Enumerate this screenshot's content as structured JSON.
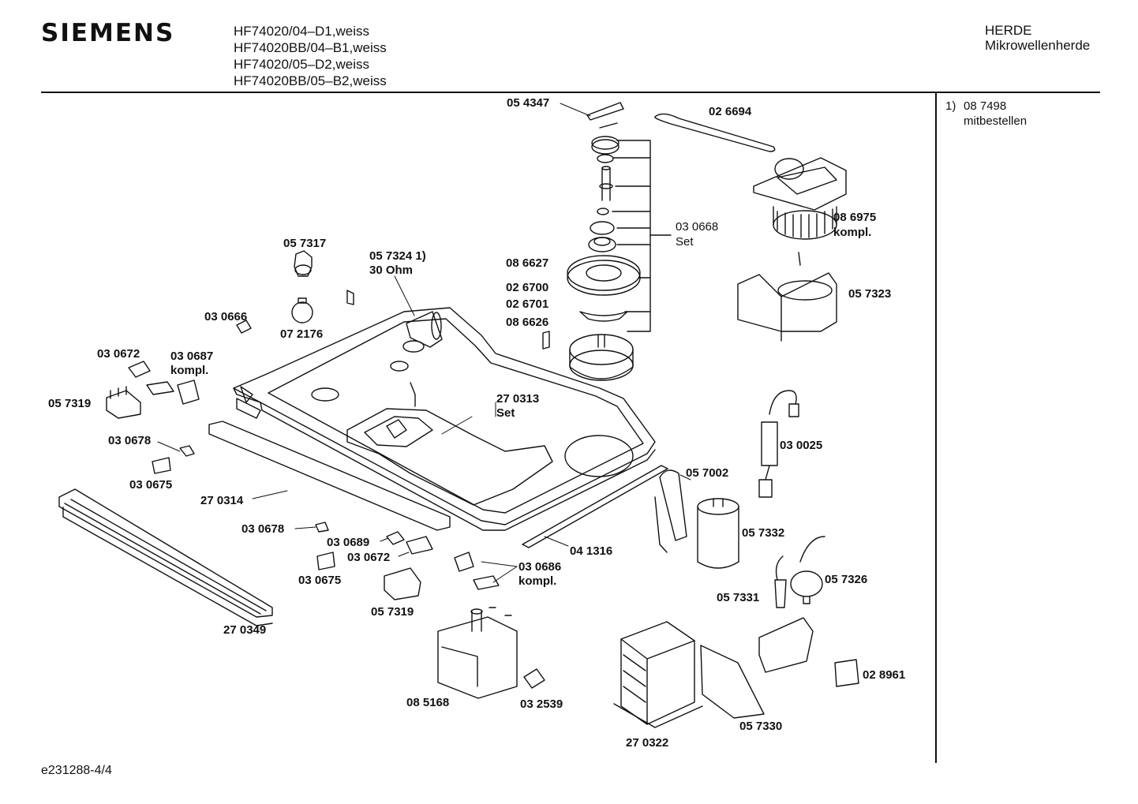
{
  "header": {
    "brand": "SIEMENS",
    "models": [
      "HF74020/04–D1,weiss",
      "HF74020BB/04–B1,weiss",
      "HF74020/05–D2,weiss",
      "HF74020BB/05–B2,weiss"
    ],
    "category": "HERDE",
    "subcategory": "Mikrowellenherde"
  },
  "note": {
    "index": "1)",
    "part": "08 7498",
    "text": "mitbestellen"
  },
  "labels": {
    "p054347": "05 4347",
    "p026694": "02 6694",
    "p030668": "03 0668",
    "set1": "Set",
    "p086975": "08 6975",
    "kompl1": "kompl.",
    "p057317": "05 7317",
    "p057324": "05 7324  1)",
    "ohm": "30 Ohm",
    "p086627": "08 6627",
    "p026700": "02 6700",
    "p026701": "02 6701",
    "p086626": "08 6626",
    "p057323": "05 7323",
    "p030666": "03 0666",
    "p072176": "07 2176",
    "p030672a": "03 0672",
    "p030687": "03 0687",
    "kompl2": "kompl.",
    "p057319a": "05 7319",
    "p270313": "27 0313",
    "set2": "Set",
    "p030025": "03 0025",
    "p030678a": "03 0678",
    "p030675a": "03 0675",
    "p057002": "05 7002",
    "p270314": "27 0314",
    "p057332": "05 7332",
    "p030678b": "03 0678",
    "p030689": "03 0689",
    "p030672b": "03 0672",
    "p041316": "04 1316",
    "p030686": "03 0686",
    "kompl3": "kompl.",
    "p030675b": "03 0675",
    "p057319b": "05 7319",
    "p057326": "05 7326",
    "p057331": "05 7331",
    "p270349": "27 0349",
    "p028961": "02 8961",
    "p085168": "08 5168",
    "p032539": "03 2539",
    "p057330": "05 7330",
    "p270322": "27 0322"
  },
  "footer": {
    "doc_id": "e231288-4/4"
  }
}
